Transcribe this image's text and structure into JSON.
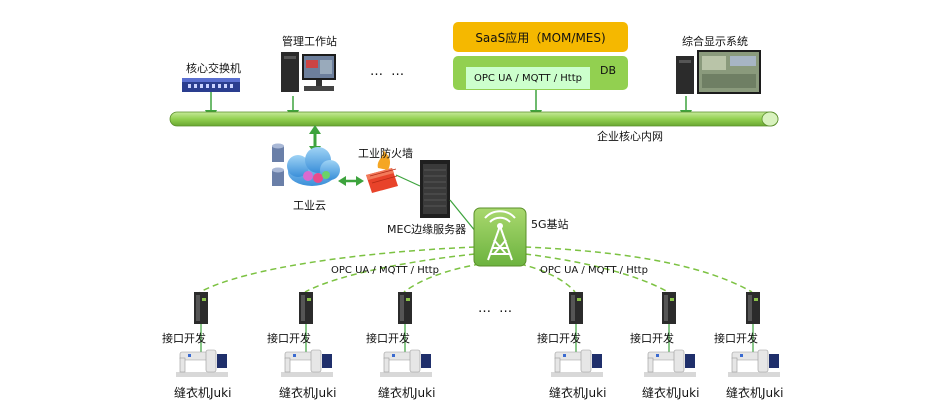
{
  "saas": {
    "label": "SaaS应用（MOM/MES)",
    "db_label": "DB",
    "protocol_label": "OPC UA / MQTT / Http"
  },
  "top_nodes": {
    "core_switch": "核心交换机",
    "mgmt_station": "管理工作站",
    "display_system": "综合显示系统",
    "ellipsis": "… …"
  },
  "backbone_label": "企业核心内网",
  "middle": {
    "firewall": "工业防火墙",
    "cloud": "工业云",
    "mec_server": "MEC边缘服务器",
    "base_station": "5G基站"
  },
  "wireless_labels": [
    "OPC UA / MQTT / Http",
    "OPC UA / MQTT / Http"
  ],
  "bottom_ellipsis": "… …",
  "machines": [
    {
      "interface_label": "接口开发",
      "machine_label": "缝衣机Juki"
    },
    {
      "interface_label": "接口开发",
      "machine_label": "缝衣机Juki"
    },
    {
      "interface_label": "接口开发",
      "machine_label": "缝衣机Juki"
    },
    {
      "interface_label": "接口开发",
      "machine_label": "缝衣机Juki"
    },
    {
      "interface_label": "接口开发",
      "machine_label": "缝衣机Juki"
    },
    {
      "interface_label": "接口开发",
      "machine_label": "缝衣机Juki"
    }
  ],
  "colors": {
    "backbone": "#92d050",
    "saas": "#f5b800",
    "db": "#92d050",
    "protocol_box": "#ccffcc",
    "wireless_dash": "#7cc242",
    "connector": "#3da33d",
    "firewall": "#e8432a"
  }
}
